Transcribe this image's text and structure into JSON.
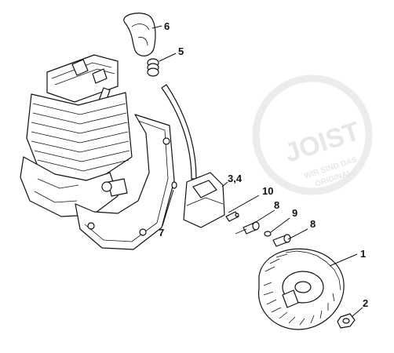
{
  "watermark": {
    "logo_text": "JOIST",
    "slogan_line1": "WIR SIND DAS",
    "slogan_line2": "ORIGINAL."
  },
  "callouts": [
    {
      "id": "c1",
      "label": "1"
    },
    {
      "id": "c2",
      "label": "2"
    },
    {
      "id": "c34",
      "label": "3,4"
    },
    {
      "id": "c5",
      "label": "5"
    },
    {
      "id": "c6",
      "label": "6"
    },
    {
      "id": "c7",
      "label": "7"
    },
    {
      "id": "c8a",
      "label": "8"
    },
    {
      "id": "c8b",
      "label": "8"
    },
    {
      "id": "c9",
      "label": "9"
    },
    {
      "id": "c10",
      "label": "10"
    }
  ]
}
